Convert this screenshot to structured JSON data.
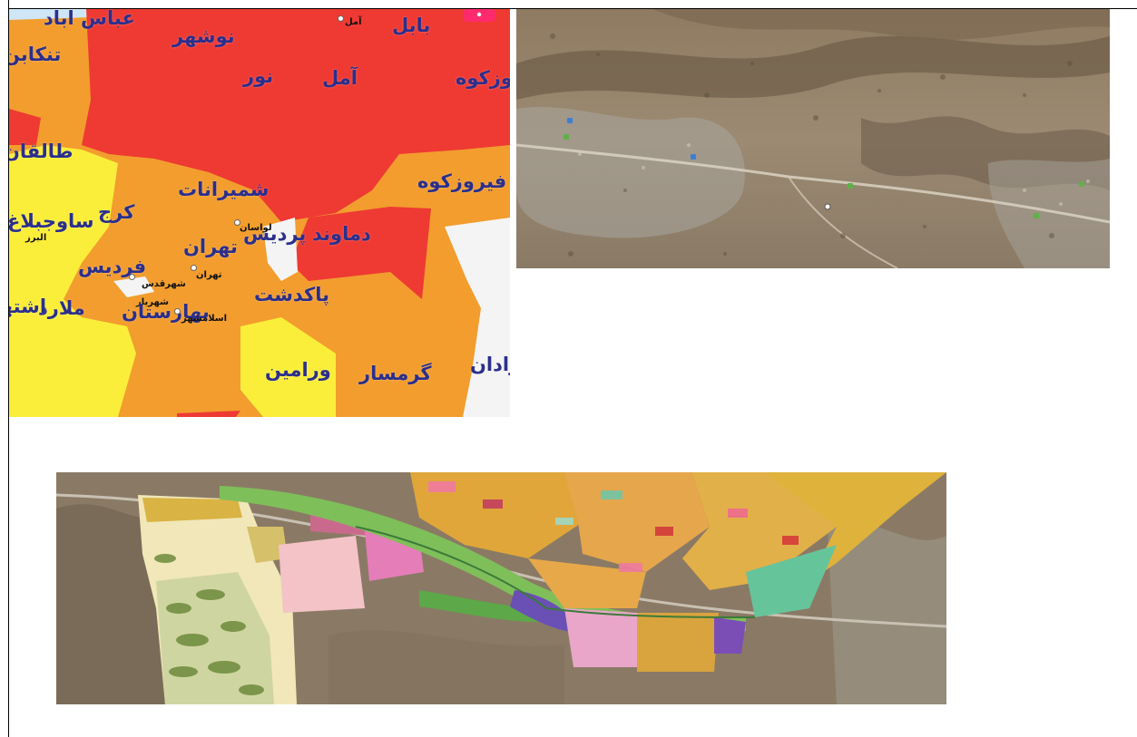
{
  "colors": {
    "zone_red": "#ee3a33",
    "zone_orange": "#f29d2e",
    "zone_yellow": "#fbee3a",
    "zone_white": "#f4f4f4",
    "label_blue": "#2b2f8c",
    "marker_pink": "#ff2a6d"
  },
  "zone_map": {
    "labels": {
      "abbasabad": "عباس آباد",
      "tonekabon": "تنکابن",
      "nowshahr": "نوشهر",
      "nur": "نور",
      "amol": "آمل",
      "amol_small": "آمل",
      "babol": "بابل",
      "firuzkuh_partial": "فیروزکوه",
      "firuzkuh": "فیروزکوه",
      "taleghan": "طالقان",
      "shemiranat": "شمیرانات",
      "karaj": "کرج",
      "savojbolagh": "ساوجبلاغ",
      "alborz_small": "البرز",
      "lavasan_small": "لواسان",
      "pardis": "پردیس",
      "damavand": "دماوند",
      "tehran": "تهران",
      "tehran_small": "تهران",
      "fardis": "فردیس",
      "shahr_qods_small": "شهرقدس",
      "shahriar_small": "شهریار",
      "malard": "ملارد",
      "baharestan": "بهارستان",
      "eslamshahr_small": "اسلامشهر",
      "pakdasht": "پاکدشت",
      "varamin": "ورامین",
      "garmsar": "گرمسار",
      "aradan": "آرادان",
      "eshtehard_partial": "اشتهارد"
    }
  }
}
